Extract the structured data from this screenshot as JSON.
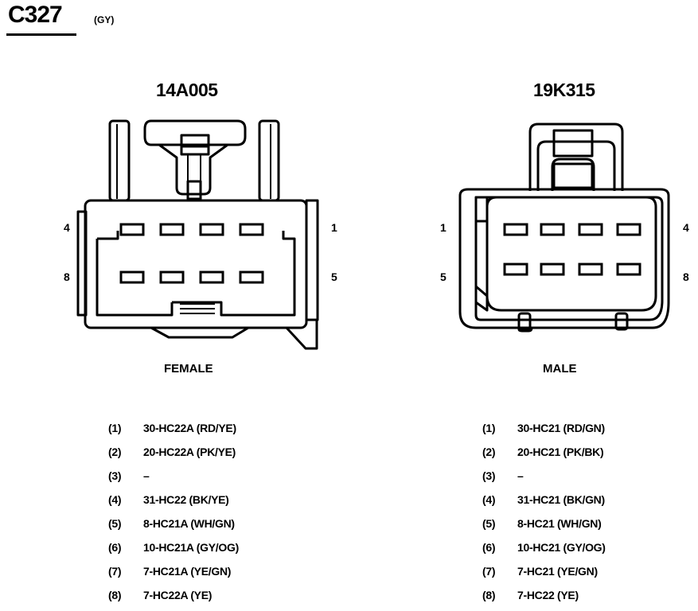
{
  "connector": {
    "id": "C327",
    "color": "(GY)"
  },
  "left": {
    "part_number": "14A005",
    "gender": "FEMALE",
    "pin_labels": {
      "top_left": "4",
      "bottom_left": "8",
      "top_right": "1",
      "bottom_right": "5"
    },
    "pins": [
      {
        "num": "(1)",
        "circuit": "30-HC22A (RD/YE)"
      },
      {
        "num": "(2)",
        "circuit": "20-HC22A (PK/YE)"
      },
      {
        "num": "(3)",
        "circuit": "–"
      },
      {
        "num": "(4)",
        "circuit": "31-HC22 (BK/YE)"
      },
      {
        "num": "(5)",
        "circuit": "8-HC21A (WH/GN)"
      },
      {
        "num": "(6)",
        "circuit": "10-HC21A (GY/OG)"
      },
      {
        "num": "(7)",
        "circuit": "7-HC21A (YE/GN)"
      },
      {
        "num": "(8)",
        "circuit": "7-HC22A (YE)"
      }
    ]
  },
  "right": {
    "part_number": "19K315",
    "gender": "MALE",
    "pin_labels": {
      "top_left": "1",
      "bottom_left": "5",
      "top_right": "4",
      "bottom_right": "8"
    },
    "pins": [
      {
        "num": "(1)",
        "circuit": "30-HC21 (RD/GN)"
      },
      {
        "num": "(2)",
        "circuit": "20-HC21 (PK/BK)"
      },
      {
        "num": "(3)",
        "circuit": "–"
      },
      {
        "num": "(4)",
        "circuit": "31-HC21 (BK/GN)"
      },
      {
        "num": "(5)",
        "circuit": "8-HC21 (WH/GN)"
      },
      {
        "num": "(6)",
        "circuit": "10-HC21 (GY/OG)"
      },
      {
        "num": "(7)",
        "circuit": "7-HC21 (YE/GN)"
      },
      {
        "num": "(8)",
        "circuit": "7-HC22 (YE)"
      }
    ]
  }
}
